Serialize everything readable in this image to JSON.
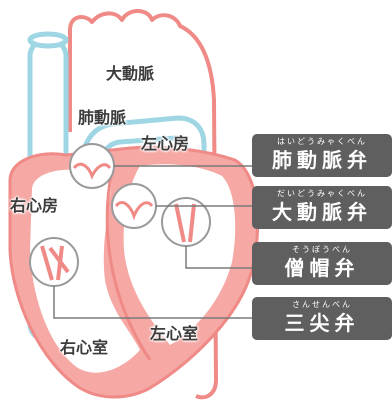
{
  "labels": {
    "aorta": "大動脈",
    "pulmonary_artery": "肺動脈",
    "left_atrium": "左心房",
    "right_atrium": "右心房",
    "right_ventricle": "右心室",
    "left_ventricle": "左心室"
  },
  "valves": [
    {
      "reading": "はいどうみゃくべん",
      "name": "肺動脈弁"
    },
    {
      "reading": "だいどうみゃくべん",
      "name": "大動脈弁"
    },
    {
      "reading": "そうぼうべん",
      "name": "僧帽弁"
    },
    {
      "reading": "さんせんべん",
      "name": "三尖弁"
    }
  ],
  "colors": {
    "heart_red": "#ef8a86",
    "heart_fill": "#f5a8a4",
    "vessel_blue": "#9fd6e4",
    "tag_gray": "#5f5f5f",
    "leader_line": "#7a7a7a"
  }
}
